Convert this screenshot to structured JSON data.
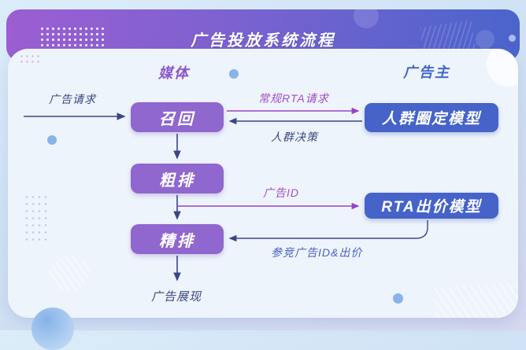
{
  "header": {
    "title": "广告投放系统流程"
  },
  "columns": {
    "media": "媒体",
    "advertiser": "广告主"
  },
  "nodes": {
    "recall": "召回",
    "coarse_rank": "粗排",
    "fine_rank": "精排",
    "crowd_model": "人群圈定模型",
    "rta_bid_model": "RTA出价模型"
  },
  "edge_labels": {
    "ad_request": "广告请求",
    "regular_rta_request": "常规RTA请求",
    "crowd_decision": "人群决策",
    "ad_id": "广告ID",
    "bid_ad_id_price": "参竞广告ID&出价",
    "ad_display": "广告展现"
  },
  "colors": {
    "header_gradient_start": "#9c5ed2",
    "header_gradient_end": "#4a64cc",
    "purple_node": "#8f67ce",
    "blue_node": "#4563c8",
    "purple_arrow": "#9a43c2",
    "navy_arrow": "#3a4787",
    "card_background": "#eef4fb",
    "page_background": "#cfe2f5"
  }
}
